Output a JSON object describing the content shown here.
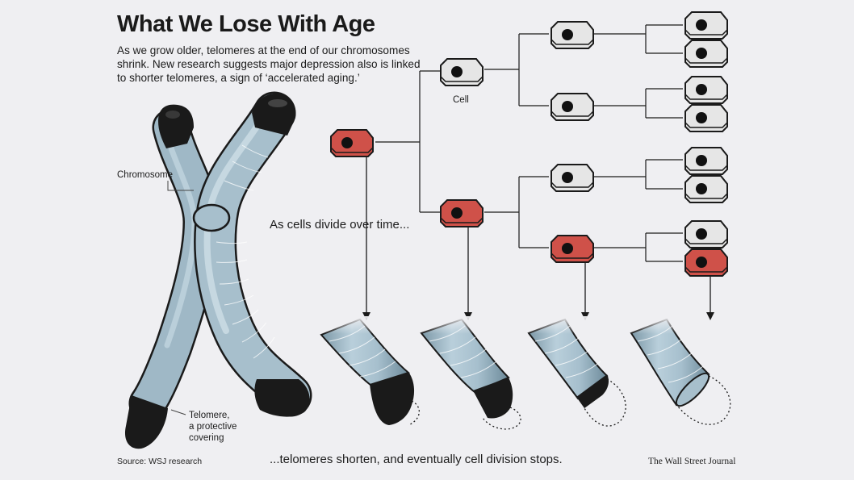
{
  "title": "What We Lose With Age",
  "intro": "As we grow older, telomeres at the end of our chromosomes shrink. New research suggests major depression also is linked to shorter telomeres, a sign of ‘accelerated aging.’",
  "labels": {
    "chromosome": "Chromosome",
    "cell": "Cell",
    "telomere_line1": "Telomere,",
    "telomere_line2": "a protective",
    "telomere_line3": "covering",
    "divide": "As cells divide over time...",
    "shorten": "...telomeres shorten, and eventually cell division stops."
  },
  "footer": {
    "source": "Source: WSJ research",
    "publisher": "The Wall Street Journal"
  },
  "colors": {
    "background": "#efeff2",
    "chromatid": "#a9c0cd",
    "telomere": "#1c1c1c",
    "cell_normal": "#e6e6e6",
    "cell_aging": "#cf5149"
  },
  "diagram": {
    "cell_generations": 4,
    "telomere_lengths_relative": [
      1.0,
      0.66,
      0.33,
      0.0
    ]
  }
}
